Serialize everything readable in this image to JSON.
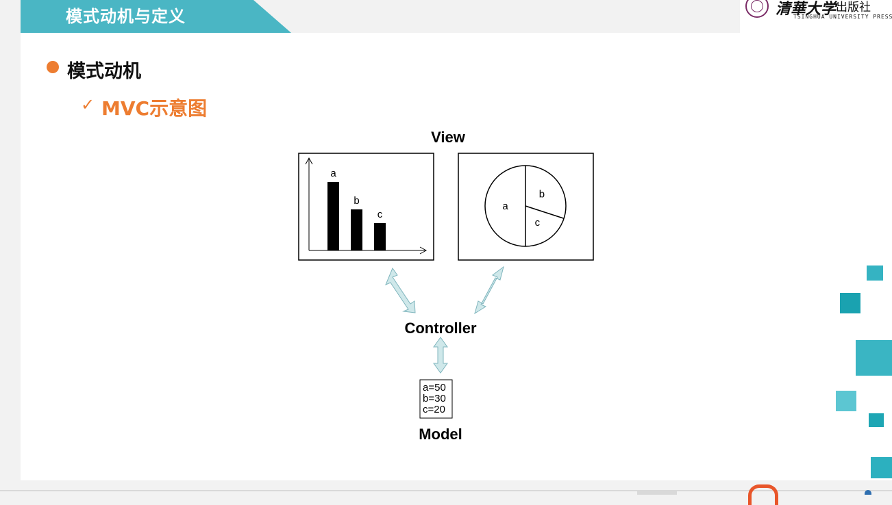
{
  "header": {
    "title": "模式动机与定义"
  },
  "logo": {
    "chinese_name": "清華大学",
    "publisher": "出版社",
    "english": "TSINGHUA UNIVERSITY PRESS"
  },
  "content": {
    "bullet": "模式动机",
    "check_mark": "✓",
    "subbullet": "MVC示意图"
  },
  "diagram": {
    "view_label": "View",
    "controller_label": "Controller",
    "model_label": "Model",
    "bar_chart": {
      "categories": [
        "a",
        "b",
        "c"
      ],
      "values": [
        50,
        30,
        20
      ],
      "ymax": 60
    },
    "pie_chart": {
      "labels": [
        "a",
        "b",
        "c"
      ],
      "values": [
        50,
        30,
        20
      ]
    },
    "model_values": [
      "a=50",
      "b=30",
      "c=20"
    ]
  },
  "colors": {
    "accent": "#ed7d31",
    "header": "#4ab6c4",
    "arrow_fill": "#cfe8ea",
    "arrow_stroke": "#7fb5bd",
    "decor_light": "#5cc6d2",
    "decor_dark": "#1aa2b0"
  }
}
